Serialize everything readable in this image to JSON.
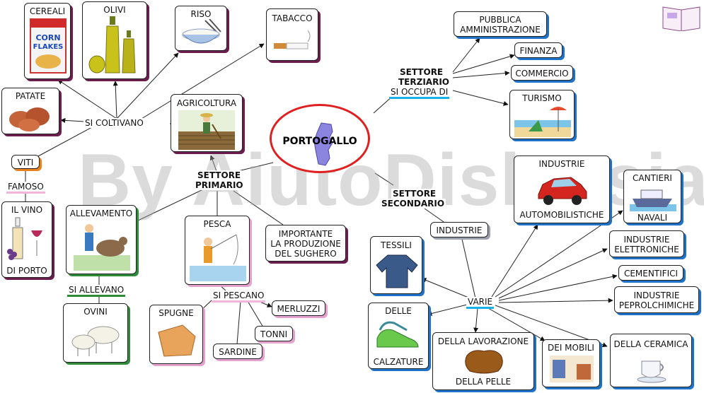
{
  "diagram": {
    "center": "PORTOGALLO",
    "watermark": "By AiutoDislessia.net",
    "primary": {
      "title_1": "SETTORE",
      "title_2": "PRIMARIO",
      "agricoltura": "AGRICOLTURA",
      "si_coltivano": "SI COLTIVANO",
      "crops": [
        "CEREALI",
        "OLIVI",
        "RISO",
        "TABACCO",
        "PATATE",
        "VITI"
      ],
      "famoso": "FAMOSO",
      "vino_1": "IL VINO",
      "vino_2": "DI PORTO",
      "allevamento": "ALLEVAMENTO",
      "si_allevano": "SI ALLEVANO",
      "ovini": "OVINI",
      "pesca": "PESCA",
      "si_pescano": "SI PESCANO",
      "fish": [
        "SPUGNE",
        "MERLUZZI",
        "TONNI",
        "SARDINE"
      ],
      "sughero_1": "IMPORTANTE",
      "sughero_2": "LA PRODUZIONE",
      "sughero_3": "DEL SUGHERO",
      "cornflakes_1": "CORN",
      "cornflakes_2": "FLAKES"
    },
    "tertiary": {
      "title_1": "SETTORE",
      "title_2": "TERZIARIO",
      "si_occupa": "SI OCCUPA DI",
      "pa_1": "PUBBLICA",
      "pa_2": "AMMINISTRAZIONE",
      "finanza": "FINANZA",
      "commercio": "COMMERCIO",
      "turismo": "TURISMO"
    },
    "secondary": {
      "title_1": "SETTORE",
      "title_2": "SECONDARIO",
      "industrie": "INDUSTRIE",
      "varie": "VARIE",
      "auto_1": "INDUSTRIE",
      "auto_2": "AUTOMOBILISTICHE",
      "cantieri_1": "CANTIERI",
      "cantieri_2": "NAVALI",
      "elettr_1": "INDUSTRIE",
      "elettr_2": "ELETTRONICHE",
      "cementifici": "CEMENTIFICI",
      "petrol_1": "INDUSTRIE",
      "petrol_2": "PEPROLCHIMICHE",
      "tessili": "TESSILI",
      "calz_1": "DELLE",
      "calz_2": "CALZATURE",
      "pelle_1": "DELLA LAVORAZIONE",
      "pelle_2": "DELLA PELLE",
      "mobili": "DEI MOBILI",
      "ceramica": "DELLA CERAMICA"
    }
  }
}
